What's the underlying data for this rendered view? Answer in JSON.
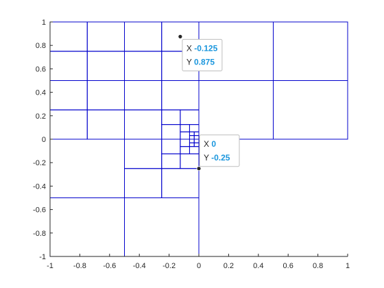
{
  "chart_data": {
    "type": "quadtree-mesh",
    "title": "",
    "xlabel": "",
    "ylabel": "",
    "xlim": [
      -1,
      1
    ],
    "ylim": [
      -1,
      1
    ],
    "x_ticks": [
      "-1",
      "-0.8",
      "-0.6",
      "-0.4",
      "-0.2",
      "0",
      "0.2",
      "0.4",
      "0.6",
      "0.8",
      "1"
    ],
    "y_ticks": [
      "1",
      "0.8",
      "0.6",
      "0.4",
      "0.2",
      "0",
      "-0.2",
      "-0.4",
      "-0.6",
      "-0.8",
      "-1"
    ],
    "grid": false,
    "line_color": "#0000cc",
    "domain": "L-shaped region [-1,1]x[-1,1] excluding [0,1]x[-1,0]",
    "datatips": [
      {
        "x_label": "X",
        "x_value": "-0.125",
        "y_label": "Y",
        "y_value": "0.875",
        "x": -0.125,
        "y": 0.875
      },
      {
        "x_label": "X",
        "x_value": "0",
        "y_label": "Y",
        "y_value": "-0.25",
        "x": 0,
        "y": -0.25
      }
    ]
  }
}
